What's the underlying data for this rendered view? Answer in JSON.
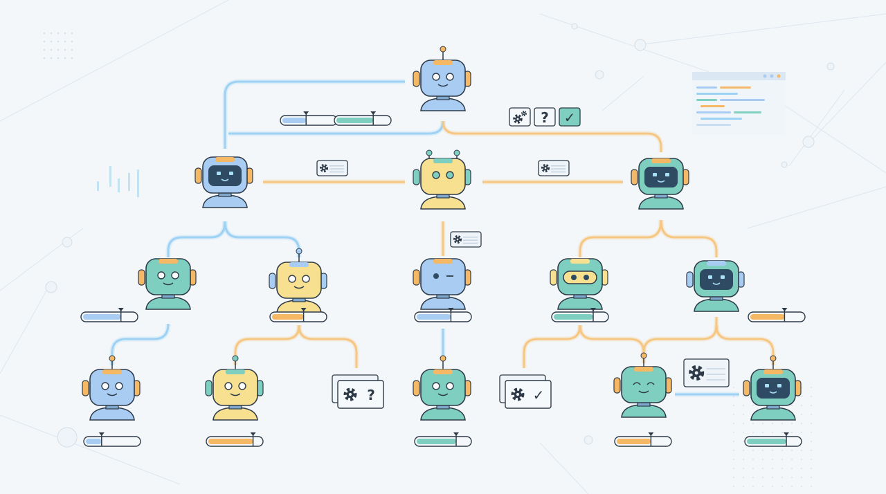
{
  "colors": {
    "background": "#f3f7fa",
    "outline": "#2e3a48",
    "blue": "#a9cdf2",
    "teal": "#7fcfc0",
    "yellow": "#f7e08f",
    "orange": "#f5b865",
    "dark_screen": "#2f4a63",
    "blue_line": "#9dd2f5",
    "orange_line": "#f6c783"
  },
  "robots": [
    {
      "id": "top",
      "color": "blue",
      "accent": "orange",
      "face": "smile",
      "antenna": 1
    },
    {
      "id": "l2-left",
      "color": "blue",
      "accent": "orange",
      "face": "screen",
      "antenna": 0
    },
    {
      "id": "l2-center",
      "color": "yellow",
      "accent": "teal",
      "face": "dots",
      "antenna": 2
    },
    {
      "id": "l2-right",
      "color": "teal",
      "accent": "orange",
      "face": "screen",
      "antenna": 0
    },
    {
      "id": "l3-1",
      "color": "teal",
      "accent": "orange",
      "face": "smile",
      "antenna": 0
    },
    {
      "id": "l3-2",
      "color": "yellow",
      "accent": "blue",
      "face": "smile",
      "antenna": 1
    },
    {
      "id": "l3-3",
      "color": "blue",
      "accent": "orange",
      "face": "wink",
      "antenna": 0
    },
    {
      "id": "l3-4",
      "color": "teal",
      "accent": "yellow",
      "face": "visor",
      "antenna": 0
    },
    {
      "id": "l3-5",
      "color": "teal",
      "accent": "blue",
      "face": "screen",
      "antenna": 0
    },
    {
      "id": "l4-1",
      "color": "blue",
      "accent": "orange",
      "face": "smile",
      "antenna": 1
    },
    {
      "id": "l4-2",
      "color": "yellow",
      "accent": "teal",
      "face": "smile",
      "antenna": 1
    },
    {
      "id": "l4-3",
      "color": "teal",
      "accent": "orange",
      "face": "smile",
      "antenna": 1
    },
    {
      "id": "l4-4",
      "color": "teal",
      "accent": "orange",
      "face": "happy",
      "antenna": 1
    },
    {
      "id": "l4-5",
      "color": "teal",
      "accent": "orange",
      "face": "screen",
      "antenna": 1
    }
  ],
  "progress_bars": [
    {
      "color": "blue",
      "value": 0.45
    },
    {
      "color": "teal",
      "value": 0.7
    },
    {
      "color": "blue",
      "value": 0.72
    },
    {
      "color": "orange",
      "value": 0.6
    },
    {
      "color": "blue",
      "value": 0.65
    },
    {
      "color": "teal",
      "value": 0.75
    },
    {
      "color": "orange",
      "value": 0.65
    },
    {
      "color": "blue",
      "value": 0.3
    },
    {
      "color": "orange",
      "value": 0.85
    },
    {
      "color": "teal",
      "value": 0.75
    },
    {
      "color": "orange",
      "value": 0.65
    },
    {
      "color": "teal",
      "value": 0.75
    }
  ],
  "task_cards": [
    {
      "icon": "gear-list-icon"
    },
    {
      "icon": "gear-list-icon"
    },
    {
      "icon": "gear-list-icon"
    },
    {
      "icon": "gear-list-icon"
    },
    {
      "icon": "gear-question-icon",
      "symbol": "?"
    },
    {
      "icon": "gear-check-icon",
      "symbol": "✓"
    }
  ],
  "status_icons": [
    {
      "icon": "gears-icon"
    },
    {
      "icon": "question-icon",
      "symbol": "?"
    },
    {
      "icon": "check-icon",
      "symbol": "✓"
    }
  ]
}
